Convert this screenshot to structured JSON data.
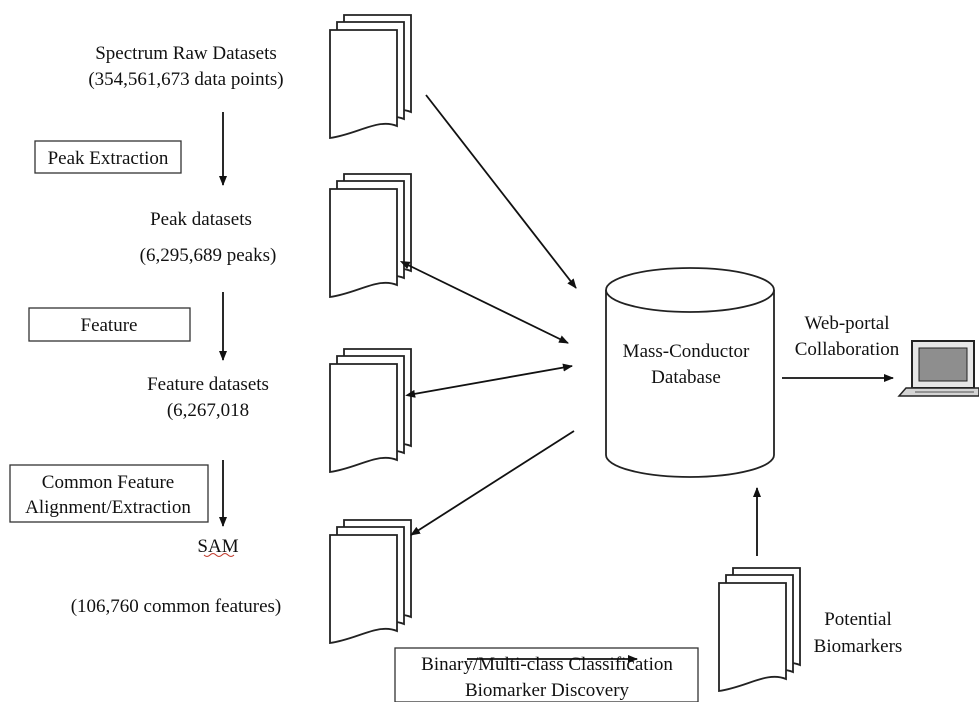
{
  "labels": {
    "raw_title": "Spectrum Raw Datasets",
    "raw_count": "(354,561,673 data points)",
    "peak_title": "Peak datasets",
    "peak_count": "(6,295,689 peaks)",
    "feature_title": "Feature datasets",
    "feature_count": "(6,267,018",
    "sam_title": "SAM",
    "sam_count": "(106,760 common features)",
    "database_line1": "Mass-Conductor",
    "database_line2": "Database",
    "portal_line1": "Web-portal",
    "portal_line2": "Collaboration",
    "potential_line1": "Potential",
    "potential_line2": "Biomarkers"
  },
  "boxes": {
    "peak_extraction": "Peak Extraction",
    "feature": "Feature",
    "common_line1": "Common Feature",
    "common_line2": "Alignment/Extraction",
    "classification_line1": "Binary/Multi-class Classification",
    "classification_line2": "Biomarker Discovery"
  }
}
